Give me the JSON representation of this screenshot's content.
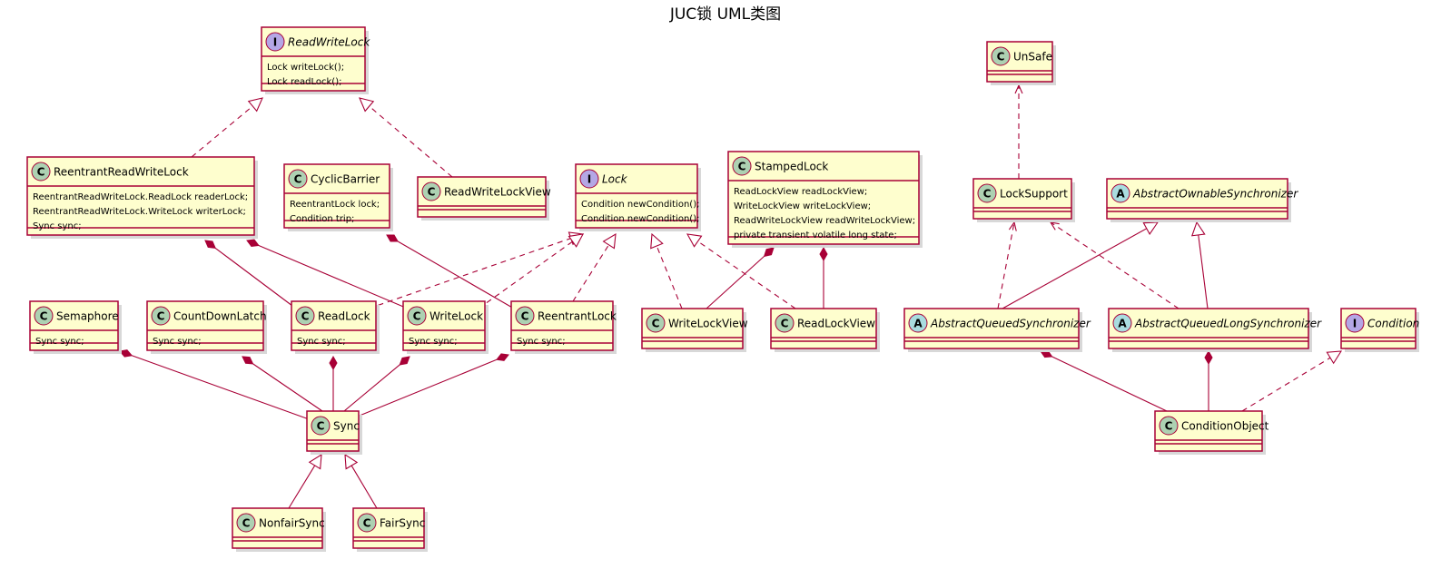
{
  "title": "JUC锁 UML类图",
  "colors": {
    "box_fill": "#FEFECE",
    "border": "#A80036",
    "class_badge": "#ADD1B2",
    "interface_badge": "#B4A7E5",
    "abstract_badge": "#A9DCDF"
  },
  "classes": [
    {
      "id": "ReadWriteLock",
      "kind": "I",
      "name": "ReadWriteLock",
      "italic": true,
      "fields": [
        "Lock writeLock();",
        "Lock readLock();"
      ]
    },
    {
      "id": "ReentrantReadWriteLock",
      "kind": "C",
      "name": "ReentrantReadWriteLock",
      "italic": false,
      "fields": [
        "ReentrantReadWriteLock.ReadLock readerLock;",
        "ReentrantReadWriteLock.WriteLock writerLock;",
        "Sync sync;"
      ]
    },
    {
      "id": "ReadWriteLockView",
      "kind": "C",
      "name": "ReadWriteLockView",
      "italic": false,
      "fields": []
    },
    {
      "id": "CyclicBarrier",
      "kind": "C",
      "name": "CyclicBarrier",
      "italic": false,
      "fields": [
        "ReentrantLock lock;",
        "Condition trip;"
      ]
    },
    {
      "id": "Lock",
      "kind": "I",
      "name": "Lock",
      "italic": true,
      "fields": [
        "Condition newCondition();",
        "Condition newCondition();"
      ]
    },
    {
      "id": "StampedLock",
      "kind": "C",
      "name": "StampedLock",
      "italic": false,
      "fields": [
        "ReadLockView readLockView;",
        "WriteLockView writeLockView;",
        "ReadWriteLockView readWriteLockView;",
        "private transient volatile long state;"
      ]
    },
    {
      "id": "UnSafe",
      "kind": "C",
      "name": "UnSafe",
      "italic": false,
      "fields": []
    },
    {
      "id": "LockSupport",
      "kind": "C",
      "name": "LockSupport",
      "italic": false,
      "fields": []
    },
    {
      "id": "AbstractOwnableSynchronizer",
      "kind": "A",
      "name": "AbstractOwnableSynchronizer",
      "italic": true,
      "fields": []
    },
    {
      "id": "Semaphore",
      "kind": "C",
      "name": "Semaphore",
      "italic": false,
      "fields": [
        "Sync sync;"
      ]
    },
    {
      "id": "CountDownLatch",
      "kind": "C",
      "name": "CountDownLatch",
      "italic": false,
      "fields": [
        "Sync sync;"
      ]
    },
    {
      "id": "ReadLock",
      "kind": "C",
      "name": "ReadLock",
      "italic": false,
      "fields": [
        "Sync sync;"
      ]
    },
    {
      "id": "WriteLock",
      "kind": "C",
      "name": "WriteLock",
      "italic": false,
      "fields": [
        "Sync sync;"
      ]
    },
    {
      "id": "ReentrantLock",
      "kind": "C",
      "name": "ReentrantLock",
      "italic": false,
      "fields": [
        "Sync sync;"
      ]
    },
    {
      "id": "WriteLockView",
      "kind": "C",
      "name": "WriteLockView",
      "italic": false,
      "fields": []
    },
    {
      "id": "ReadLockView",
      "kind": "C",
      "name": "ReadLockView",
      "italic": false,
      "fields": []
    },
    {
      "id": "AbstractQueuedSynchronizer",
      "kind": "A",
      "name": "AbstractQueuedSynchronizer",
      "italic": true,
      "fields": []
    },
    {
      "id": "AbstractQueuedLongSynchronizer",
      "kind": "A",
      "name": "AbstractQueuedLongSynchronizer",
      "italic": true,
      "fields": []
    },
    {
      "id": "Condition",
      "kind": "I",
      "name": "Condition",
      "italic": true,
      "fields": []
    },
    {
      "id": "Sync",
      "kind": "C",
      "name": "Sync",
      "italic": false,
      "fields": []
    },
    {
      "id": "ConditionObject",
      "kind": "C",
      "name": "ConditionObject",
      "italic": false,
      "fields": []
    },
    {
      "id": "NonfairSync",
      "kind": "C",
      "name": "NonfairSync",
      "italic": false,
      "fields": []
    },
    {
      "id": "FairSync",
      "kind": "C",
      "name": "FairSync",
      "italic": false,
      "fields": []
    }
  ],
  "relations": [
    {
      "from": "ReentrantReadWriteLock",
      "to": "ReadWriteLock",
      "type": "realization"
    },
    {
      "from": "ReadWriteLockView",
      "to": "ReadWriteLock",
      "type": "realization"
    },
    {
      "from": "LockSupport",
      "to": "UnSafe",
      "type": "dependency"
    },
    {
      "from": "AbstractQueuedSynchronizer",
      "to": "AbstractOwnableSynchronizer",
      "type": "generalization"
    },
    {
      "from": "AbstractQueuedLongSynchronizer",
      "to": "AbstractOwnableSynchronizer",
      "type": "generalization"
    },
    {
      "from": "AbstractQueuedSynchronizer",
      "to": "LockSupport",
      "type": "dependency"
    },
    {
      "from": "AbstractQueuedLongSynchronizer",
      "to": "LockSupport",
      "type": "dependency"
    },
    {
      "from": "ReadLock",
      "to": "Lock",
      "type": "realization"
    },
    {
      "from": "WriteLock",
      "to": "Lock",
      "type": "realization"
    },
    {
      "from": "ReentrantLock",
      "to": "Lock",
      "type": "realization"
    },
    {
      "from": "WriteLockView",
      "to": "Lock",
      "type": "realization"
    },
    {
      "from": "ReadLockView",
      "to": "Lock",
      "type": "realization"
    },
    {
      "from": "ReentrantReadWriteLock",
      "to": "ReadLock",
      "type": "composition"
    },
    {
      "from": "ReentrantReadWriteLock",
      "to": "WriteLock",
      "type": "composition"
    },
    {
      "from": "ReentrantReadWriteLock",
      "to": "Sync",
      "type": "composition"
    },
    {
      "from": "CyclicBarrier",
      "to": "ReentrantLock",
      "type": "composition"
    },
    {
      "from": "StampedLock",
      "to": "WriteLockView",
      "type": "composition"
    },
    {
      "from": "StampedLock",
      "to": "ReadLockView",
      "type": "composition"
    },
    {
      "from": "Semaphore",
      "to": "Sync",
      "type": "composition"
    },
    {
      "from": "CountDownLatch",
      "to": "Sync",
      "type": "composition"
    },
    {
      "from": "ReadLock",
      "to": "Sync",
      "type": "composition"
    },
    {
      "from": "WriteLock",
      "to": "Sync",
      "type": "composition"
    },
    {
      "from": "ReentrantLock",
      "to": "Sync",
      "type": "composition"
    },
    {
      "from": "Sync",
      "to": "AbstractQueuedSynchronizer",
      "type": "generalization"
    },
    {
      "from": "AbstractQueuedSynchronizer",
      "to": "ConditionObject",
      "type": "composition"
    },
    {
      "from": "AbstractQueuedLongSynchronizer",
      "to": "ConditionObject",
      "type": "composition"
    },
    {
      "from": "ConditionObject",
      "to": "Condition",
      "type": "realization"
    },
    {
      "from": "NonfairSync",
      "to": "Sync",
      "type": "generalization"
    },
    {
      "from": "FairSync",
      "to": "Sync",
      "type": "generalization"
    }
  ]
}
